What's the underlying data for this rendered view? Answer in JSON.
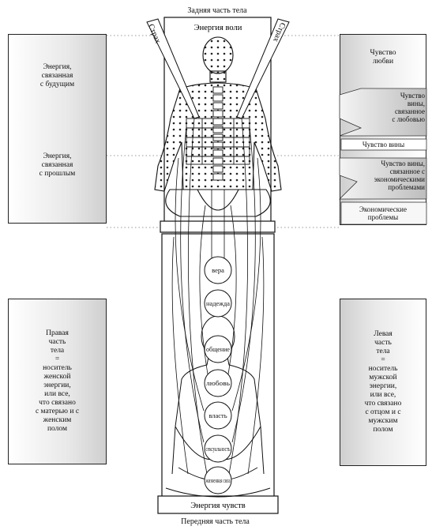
{
  "top_caption": "Задняя часть тела",
  "bottom_caption": "Передняя часть тела",
  "top_energy": "Энергия воли",
  "bottom_energy": "Энергия чувств",
  "fear_label": "Страх",
  "left_panels": {
    "future": "Энергия,\nсвязанная\nс будущим",
    "past": "Энергия,\nсвязанная\nс прошлым",
    "right_side": "Правая\nчасть\nтела\n=\nноситель\nженской\nэнергии,\nили все,\nчто связано\nс матерью и с\nженским\nполом"
  },
  "right_panels": {
    "love": "Чувство\nлюбви",
    "guilt_love": "Чувство\nвины,\nсвязанное\nс любовью",
    "guilt": "Чувство вины",
    "guilt_econ": "Чувство вины,\nсвязанное с\nэкономическими\nпроблемами",
    "econ": "Экономические\nпроблемы",
    "left_side": "Левая\nчасть\nтела\n=\nноситель\nмужской\nэнергии,\nили все,\nчто связано\nс отцом и с\nмужским\nполом"
  },
  "chakras": [
    {
      "label": "вера"
    },
    {
      "label": "надежда"
    },
    {
      "label": "общение"
    },
    {
      "label": "любовь"
    },
    {
      "label": "власть"
    },
    {
      "label": "сексуальность"
    },
    {
      "label": "жизненная сила"
    }
  ]
}
